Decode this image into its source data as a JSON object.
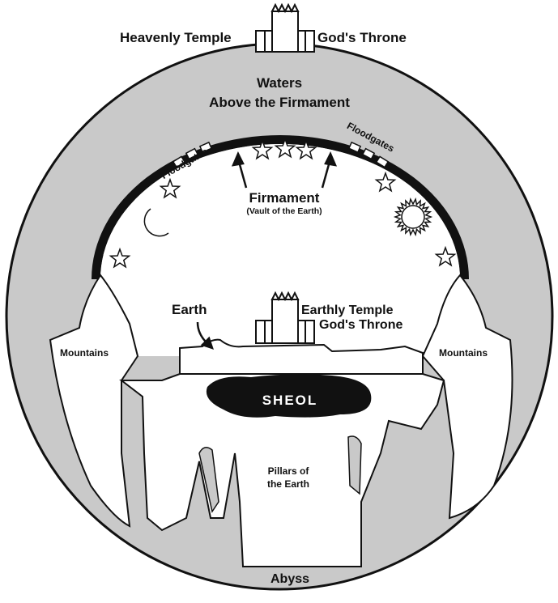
{
  "labels": {
    "heavenly_temple": "Heavenly Temple",
    "gods_throne_top": "God's Throne",
    "waters_line1": "Waters",
    "waters_line2": "Above the Firmament",
    "floodgates_left": "Floodgates",
    "floodgates_right": "Floodgates",
    "firmament": "Firmament",
    "firmament_sub": "(Vault of the Earth)",
    "earth": "Earth",
    "earthly_temple": "Earthly Temple",
    "gods_throne_earth": "God's Throne",
    "mountains_left": "Mountains",
    "mountains_right": "Mountains",
    "sheol": "SHEOL",
    "pillars_line1": "Pillars of",
    "pillars_line2": "the Earth",
    "abyss": "Abyss"
  },
  "colors": {
    "waters": "#c9c9c9",
    "outline": "#111111",
    "land": "#ffffff",
    "sheol": "#111111"
  },
  "icons": {
    "temple": "temple-icon",
    "star": "star-icon",
    "moon": "crescent-moon-icon",
    "sun": "sun-icon",
    "arrow": "arrow-icon"
  }
}
